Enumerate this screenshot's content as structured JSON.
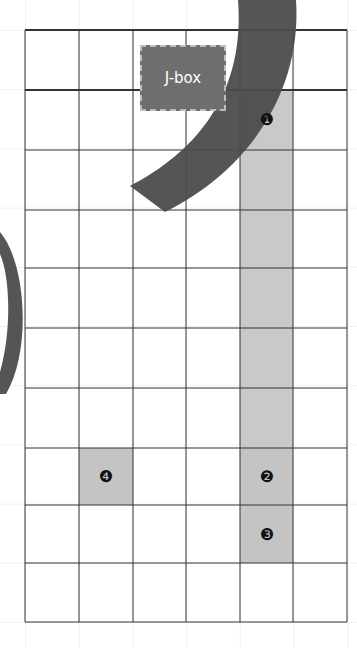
{
  "diagram": {
    "nodes": [
      {
        "text": [
          "J-box"
        ]
      }
    ],
    "labels": [
      "❶",
      "❷",
      "❸",
      "❹"
    ]
  }
}
